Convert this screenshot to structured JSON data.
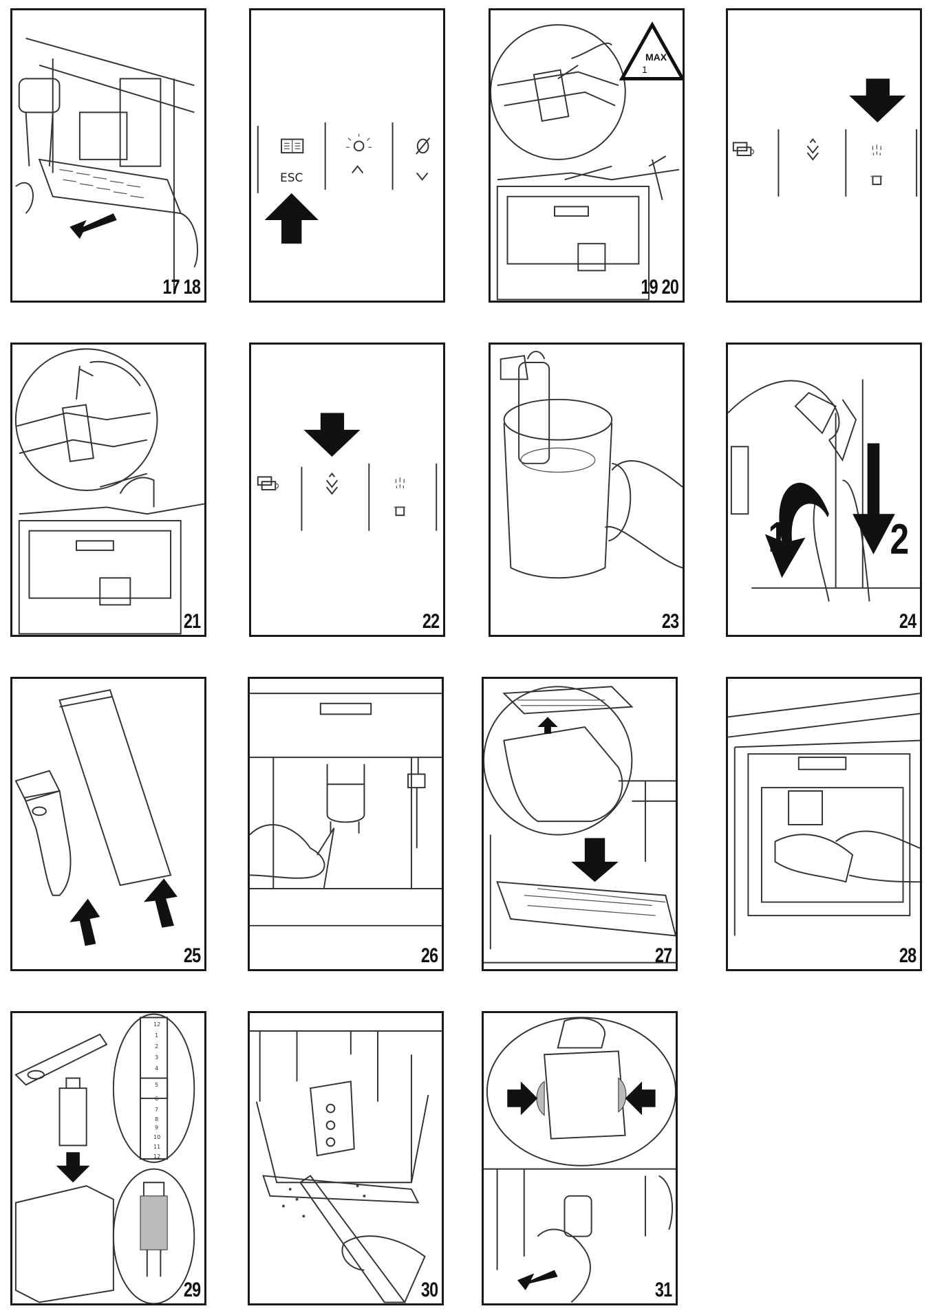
{
  "figures": {
    "f17_18": "17 18",
    "f19_20": "19 20",
    "f21": "21",
    "f22": "22",
    "f23": "23",
    "f24": "24",
    "f25": "25",
    "f26": "26",
    "f27": "27",
    "f28": "28",
    "f29": "29",
    "f30": "30",
    "f31": "31"
  },
  "display_panel": {
    "esc_label": "ESC"
  },
  "warning_sign": {
    "max_label": "MAX",
    "amount_label": "1"
  },
  "rotation_steps": {
    "step_1": "1",
    "step_2": "2"
  },
  "filter_scale": {
    "labels": [
      "12",
      "1",
      "2",
      "3",
      "4",
      "5",
      "6",
      "7",
      "8",
      "9",
      "10",
      "11",
      "12"
    ]
  },
  "icons": [
    "menu-icon",
    "light-icon",
    "bean-off-icon",
    "cup-change-icon",
    "descale-icon",
    "steam-icon",
    "cup-icon",
    "arrow-icon"
  ]
}
